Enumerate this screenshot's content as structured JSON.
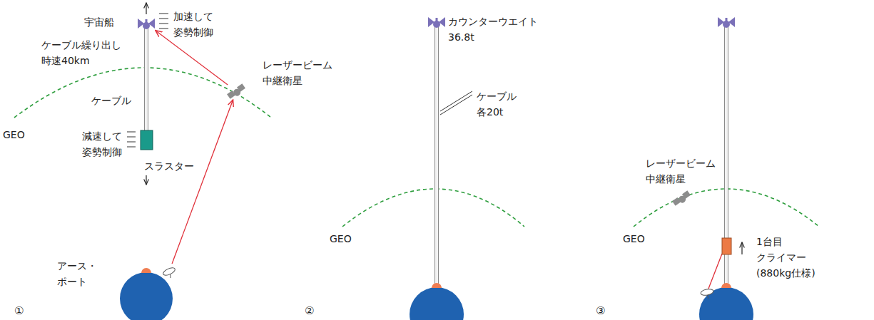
{
  "diagram": {
    "nodes": [
      {
        "text": [
          "宇宙船"
        ]
      },
      {
        "text": [
          "スラスター"
        ]
      },
      {
        "text": [
          "レーザービーム 中継衛星"
        ]
      },
      {
        "text": [
          "アース・ポート"
        ]
      },
      {
        "text": [
          "カウンターウエイト 36.8t"
        ]
      },
      {
        "text": [
          "レーザービーム 中継衛星"
        ]
      },
      {
        "text": [
          "1台目 クライマー (880kg仕様)"
        ]
      }
    ],
    "edges": [
      {
        "from": 3,
        "to": 2,
        "arrow": "to"
      },
      {
        "from": 2,
        "to": 0,
        "arrow": "to"
      }
    ],
    "labels": [
      "加速して 姿勢制御",
      "ケーブル繰り出し 時速40km",
      "ケーブル",
      "GEO",
      "減速して 姿勢制御",
      "①",
      "GEO",
      "ケーブル 各20t",
      "②",
      "GEO",
      "③"
    ]
  }
}
